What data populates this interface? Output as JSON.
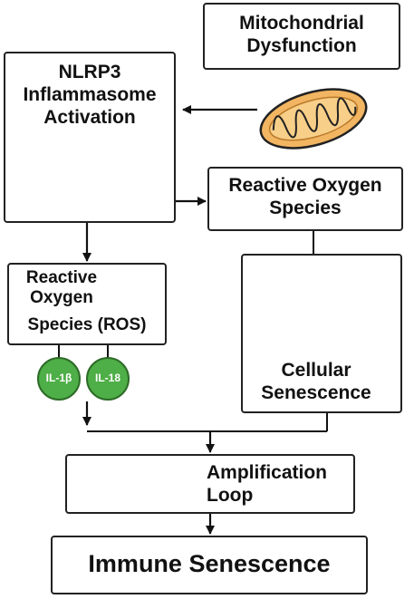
{
  "nodes": {
    "mito_dys": {
      "line1": "Mitochondrial",
      "line2": "Dysfunction"
    },
    "nlrp3": {
      "line1": "NLRP3",
      "line2": "Inflammasome",
      "line3": "Activation"
    },
    "ros_right": {
      "line1": "Reactive Oxygen",
      "line2": "Species"
    },
    "ros_left": {
      "line1": "Reactive",
      "line2": "Oxygen",
      "line3": "Species (ROS)"
    },
    "senescence": {
      "line1": "Cellular",
      "line2": "Senescence"
    },
    "amplification": {
      "line1": "Amplification",
      "line2": "Loop"
    },
    "immune": {
      "label": "Immune Senescence"
    }
  },
  "cytokines": [
    {
      "label": "IL-1β"
    },
    {
      "label": "IL-18"
    }
  ],
  "colors": {
    "mitochondria_fill": "#f2b562",
    "inflammasome_blue": "#5b7db8",
    "inflammasome_orange": "#f3b25c",
    "ros_red": "#d9644a",
    "cell_fill": "#f6cf86",
    "cell_nucleus": "#b07a33",
    "cytokine_green": "#4eae47",
    "amplification_cells": "#f3b867"
  }
}
